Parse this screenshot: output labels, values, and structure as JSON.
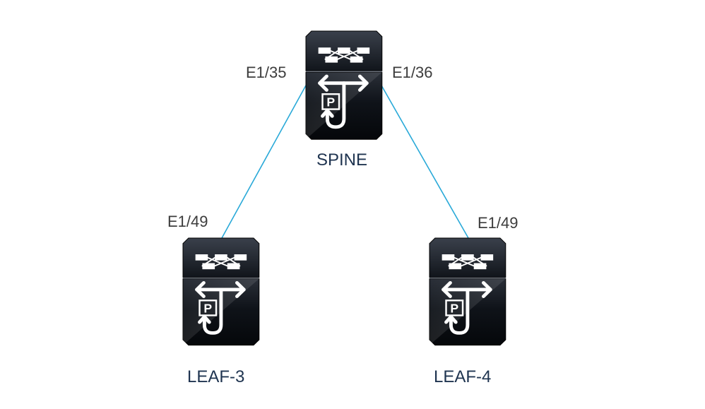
{
  "diagram": {
    "type": "network-topology",
    "nodes": [
      {
        "id": "spine",
        "label": "SPINE",
        "icon": "switch-router-icon"
      },
      {
        "id": "leaf3",
        "label": "LEAF-3",
        "icon": "switch-router-icon"
      },
      {
        "id": "leaf4",
        "label": "LEAF-4",
        "icon": "switch-router-icon"
      }
    ],
    "links": [
      {
        "from": "spine",
        "from_port": "E1/35",
        "to": "leaf3",
        "to_port": "E1/49"
      },
      {
        "from": "spine",
        "from_port": "E1/36",
        "to": "leaf4",
        "to_port": "E1/49"
      }
    ],
    "colors": {
      "link": "#29a9d8",
      "device_body": "#0e1218",
      "icon": "#ffffff",
      "node_label": "#1f3450",
      "port_label": "#3c3c3c",
      "background": "#ffffff"
    }
  }
}
